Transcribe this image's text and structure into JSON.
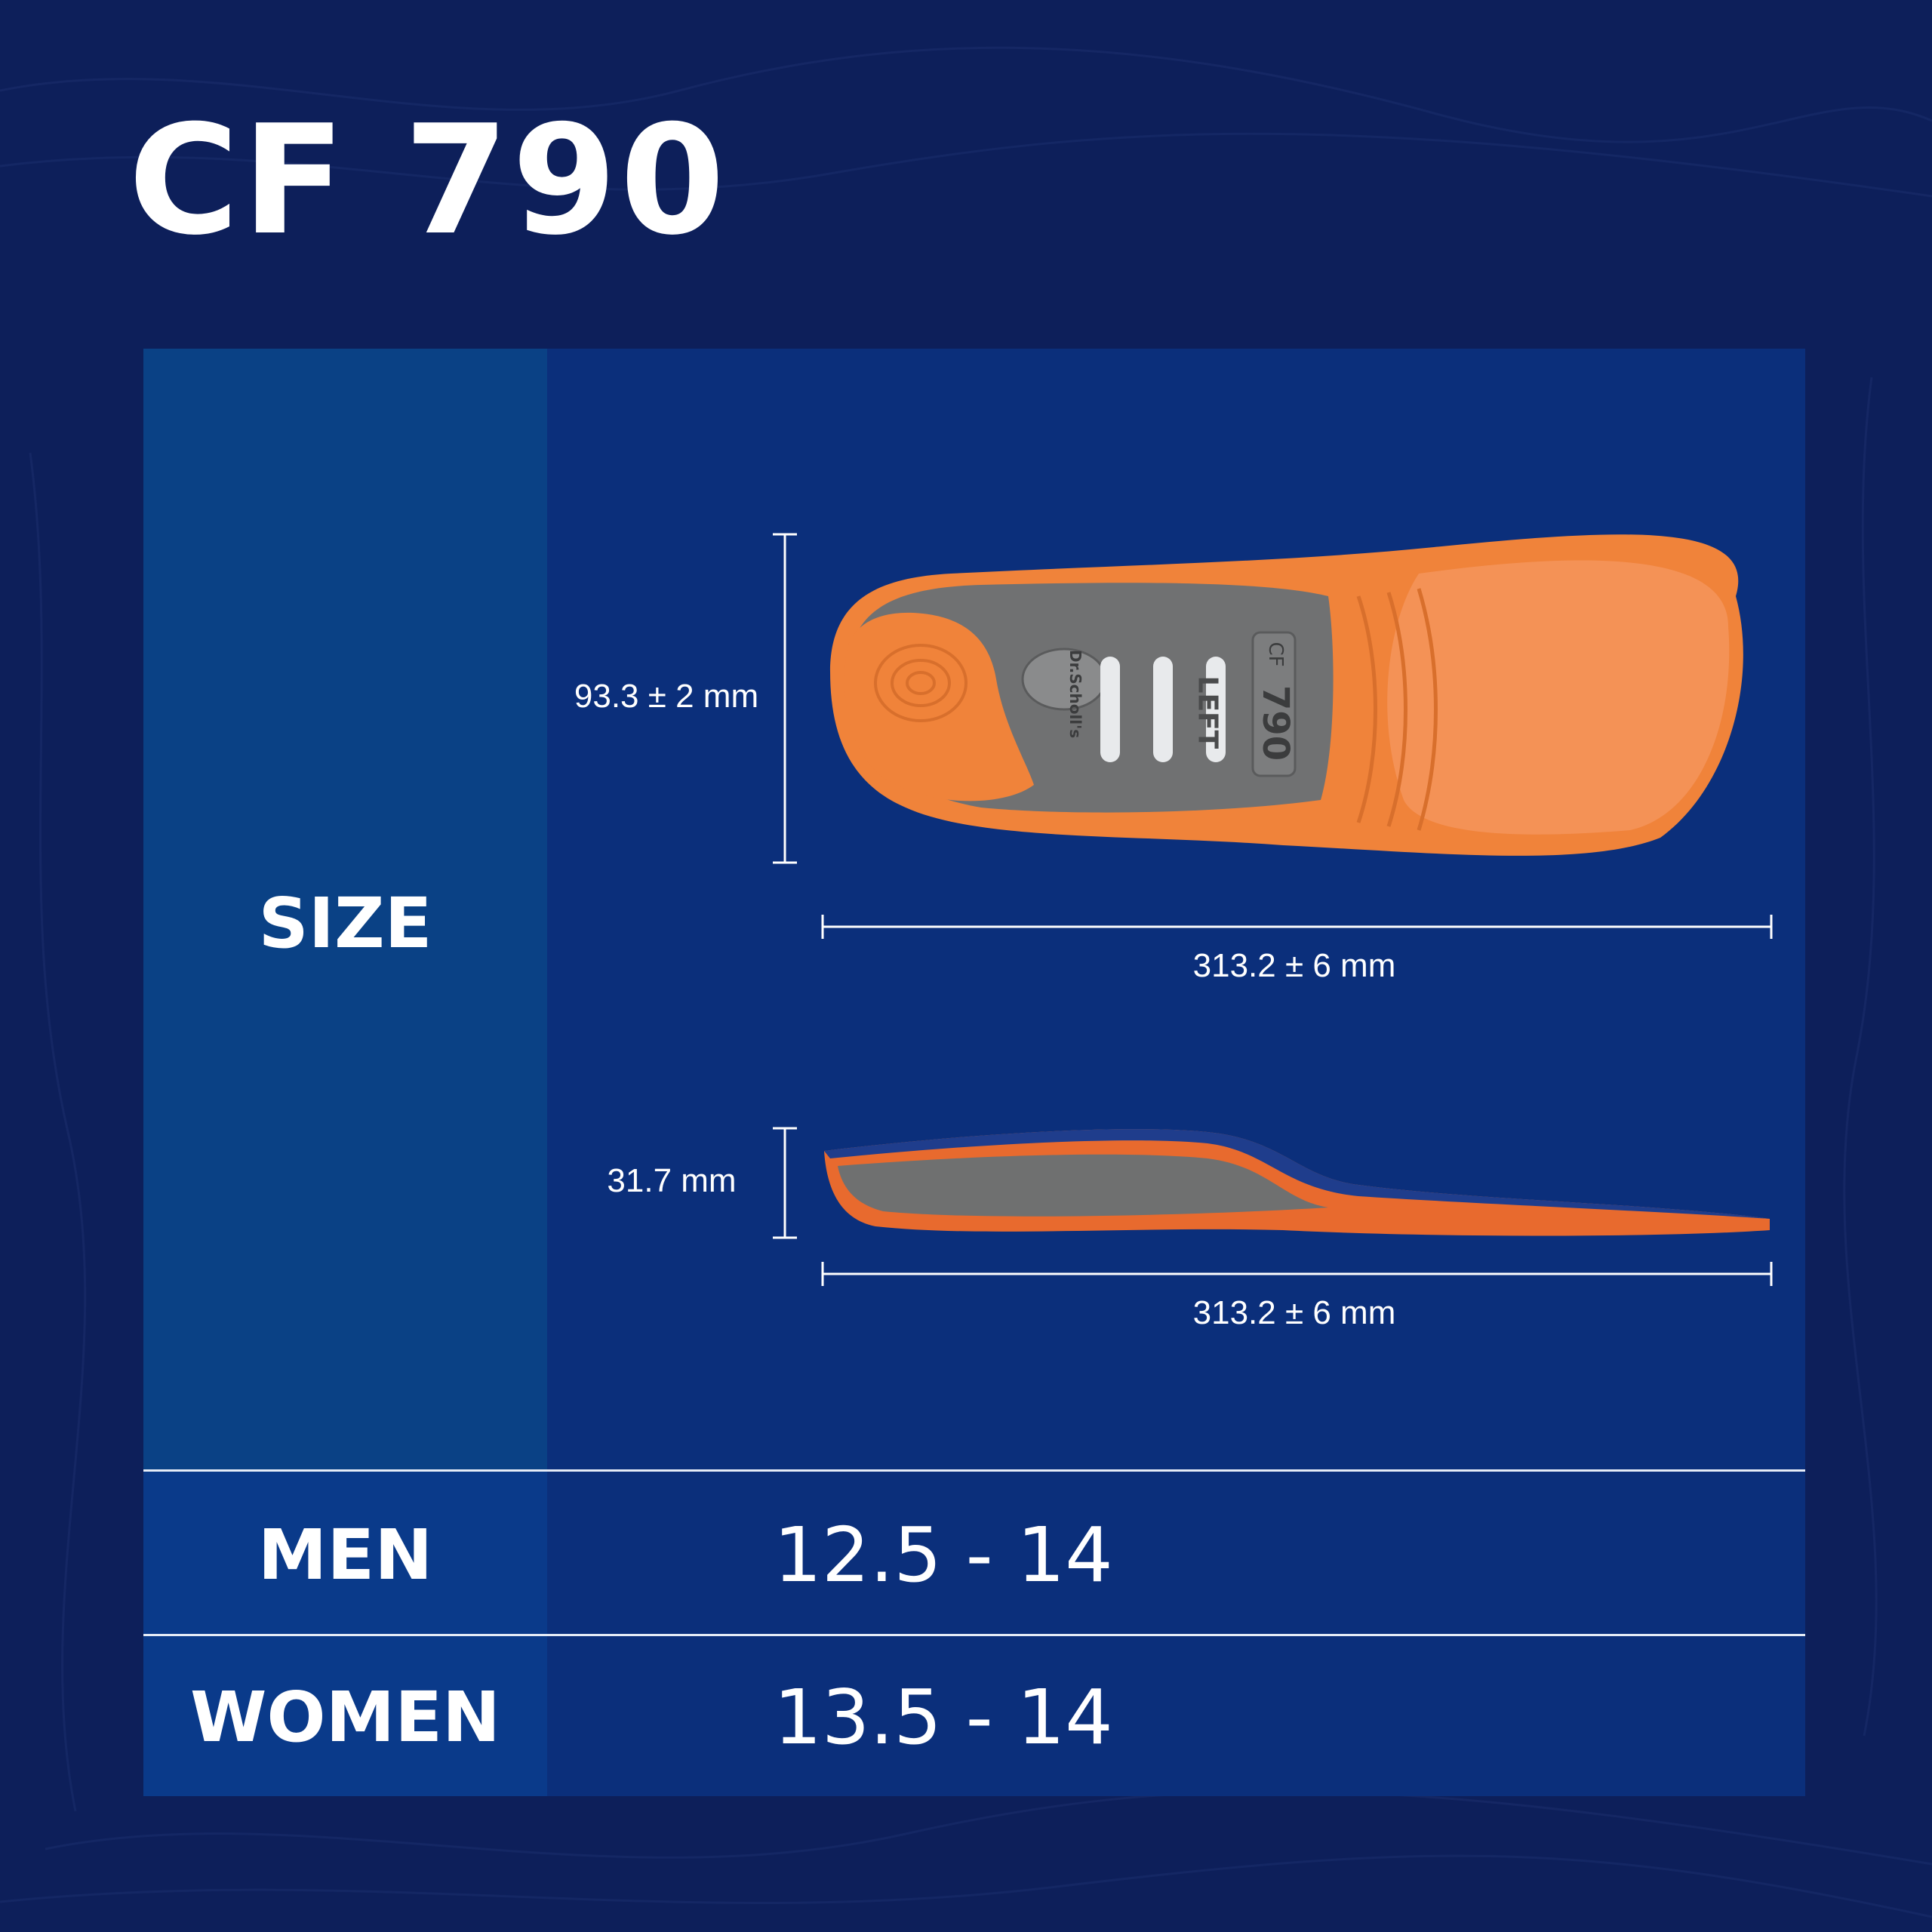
{
  "title": "CF 790",
  "rows": {
    "size_label": "SIZE",
    "men_label": "MEN",
    "men_value": "12.5 - 14",
    "women_label": "WOMEN",
    "women_value": "13.5 - 14"
  },
  "dimensions": {
    "top_width": "93.3 ± 2 mm",
    "top_length": "313.2 ± 6 mm",
    "side_height": "31.7 mm",
    "side_length": "313.2 ± 6 mm"
  },
  "insole_print": {
    "brand": "Dr.Scholl's",
    "side": "LEFT",
    "model_prefix": "CF",
    "model_number": "790"
  },
  "colors": {
    "background": "#0d1f5a",
    "panel": "#0b2f7b",
    "left_column": "#0a4185",
    "insole_orange": "#f0833a",
    "insole_gray": "#6f7070"
  }
}
